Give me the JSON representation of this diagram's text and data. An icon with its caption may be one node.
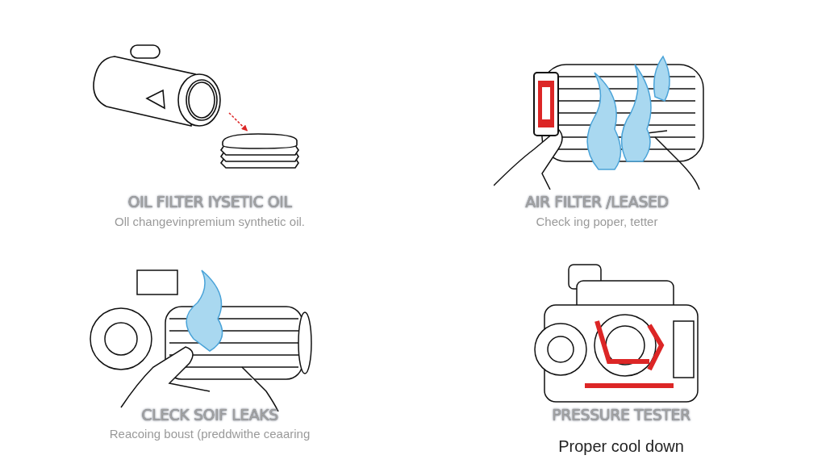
{
  "diagram": {
    "nodes": [
      {
        "text": [],
        "shape": "picture"
      },
      {
        "text": [],
        "shape": "picture"
      }
    ],
    "edges": [
      {
        "from": 0,
        "to": 1,
        "arrow": "to",
        "style": "dashed",
        "color": "#dc2626"
      }
    ],
    "labels": [
      "OIL FILTER IYSETIC OIL",
      "Oll changevinpremium synthetic oil.",
      "AIR FILTER /LEASED",
      "Check ing poper, tetter",
      "CLECK SOIF LEAKS",
      "Reacoing boust (preddwithe ceaaring",
      "PRESSURE TESTER",
      "Proper cool down"
    ]
  }
}
